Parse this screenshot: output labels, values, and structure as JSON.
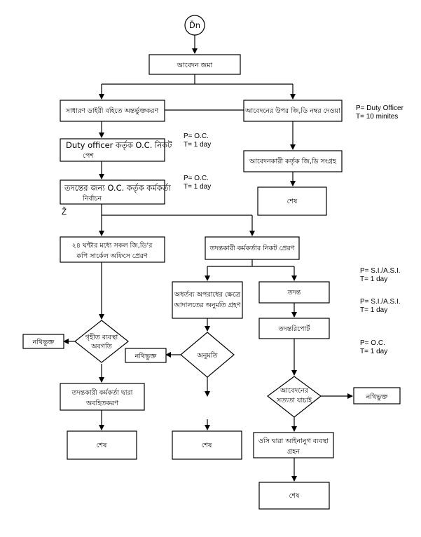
{
  "start_symbol": "Ďn",
  "nodes": {
    "submit": "আবেদন জমা",
    "record_gd": "সাধারণ ডাইরী বহিতে অন্তর্ভুক্তকরণ",
    "assign_gd_number": "আবেদনের উপর জি,ডি নম্বর দেওয়া",
    "to_oc": [
      "Duty officer কর্তৃক O.C. নিকট",
      "পেশ"
    ],
    "applicant_collects": "আবেদনকারী কর্তৃক জি,ডি সংগ্রহ",
    "end_1": "শেষ",
    "select_io": [
      "তদন্তের জন্য O.C. কর্তৃক কর্মকর্তা",
      "নির্বাচন"
    ],
    "send_copy": [
      "২৪ ঘন্টার মধ্যে সকল জি,ডি'র",
      "কপি সার্কেল অফিসে প্রেরণ"
    ],
    "send_to_io": "তদন্তকারী কর্মকর্তার নিকট প্রেরণ",
    "court_permission": [
      "অধর্তব্য অপরাধের ক্ষেত্রে",
      "আদালতের অনুমতি গ্রহণ"
    ],
    "investigation": "তদন্ত",
    "progress_decision": [
      "গৃহীত ব্যবস্থা",
      "অবগতি"
    ],
    "filed_1": "নথিভুক্ত",
    "permission_decision": "অনুমতি",
    "filed_2": "নথিভুক্ত",
    "report": "তদন্তরিপোর্ট",
    "verify_decision": [
      "আবেদনের",
      "সত্যতা যাচাই"
    ],
    "filed_3": "নথিভুক্ত",
    "io_informs": [
      "তদন্তকারী কর্মকর্তা দ্বারা",
      "অবহিতকরণ"
    ],
    "oc_action": [
      "ওসি দ্বারা আইনানুগ ব্যবস্থা",
      "গ্রহন"
    ],
    "end_2": "শেষ",
    "end_3": "শেষ",
    "end_4": "শেষ"
  },
  "annotations": [
    {
      "p": "P= Duty Officer",
      "t": "T= 10 minites"
    },
    {
      "p": "P= O.C.",
      "t": "T= 1 day"
    },
    {
      "p": "P= O.C.",
      "t": "T= 1 day"
    },
    {
      "p": "P= S.I./A.S.I.",
      "t": "T= 1 day"
    },
    {
      "p": "P= S.I./A.S.I.",
      "t": "T= 1 day"
    },
    {
      "p": "P= O.C.",
      "t": "T= 1 day"
    }
  ],
  "stray_mark": "Ž"
}
